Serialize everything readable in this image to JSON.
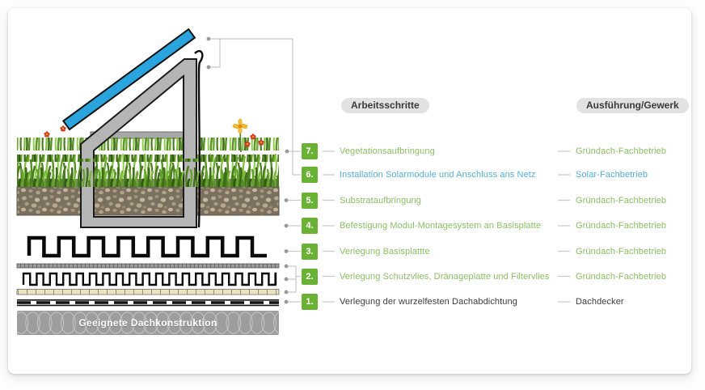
{
  "card": {
    "columns": {
      "steps_header": "Arbeitsschritte",
      "trade_header": "Ausführung/Gewerk"
    },
    "rows": [
      {
        "num": "7.",
        "step": "Vegetationsaufbringung",
        "trade": "Gründach-Fachbetrieb",
        "color": "green"
      },
      {
        "num": "6.",
        "step": "Installation Solarmodule und Anschluss ans Netz",
        "trade": "Solar-Fachbetrieb",
        "color": "blue"
      },
      {
        "num": "5.",
        "step": "Substrataufbringung",
        "trade": "Gründach-Fachbetrieb",
        "color": "green"
      },
      {
        "num": "4.",
        "step": "Befestigung Modul-Montagesystem an Basisplatte",
        "trade": "Gründach-Fachbetrieb",
        "color": "green"
      },
      {
        "num": "3.",
        "step": "Verlegung Basisplattte",
        "trade": "Gründach-Fachbetrieb",
        "color": "green"
      },
      {
        "num": "2.",
        "step": "Verlegung Schutzvlies, Dränageplatte und Filtervlies",
        "trade": "Gründach-Fachbetrieb",
        "color": "green"
      },
      {
        "num": "1.",
        "step": "Verlegung der wurzelfesten Dachabdichtung",
        "trade": "Dachdecker",
        "color": "dark"
      }
    ],
    "illustration": {
      "base_layer_label": "Geeignete Dachkonstruktion"
    },
    "colors": {
      "badge_green": "#6ab233",
      "step_green": "#8cc063",
      "step_blue": "#4fb0e1",
      "step_dark": "#3d3d3b",
      "panel_blue": "#2aa4dd"
    }
  }
}
